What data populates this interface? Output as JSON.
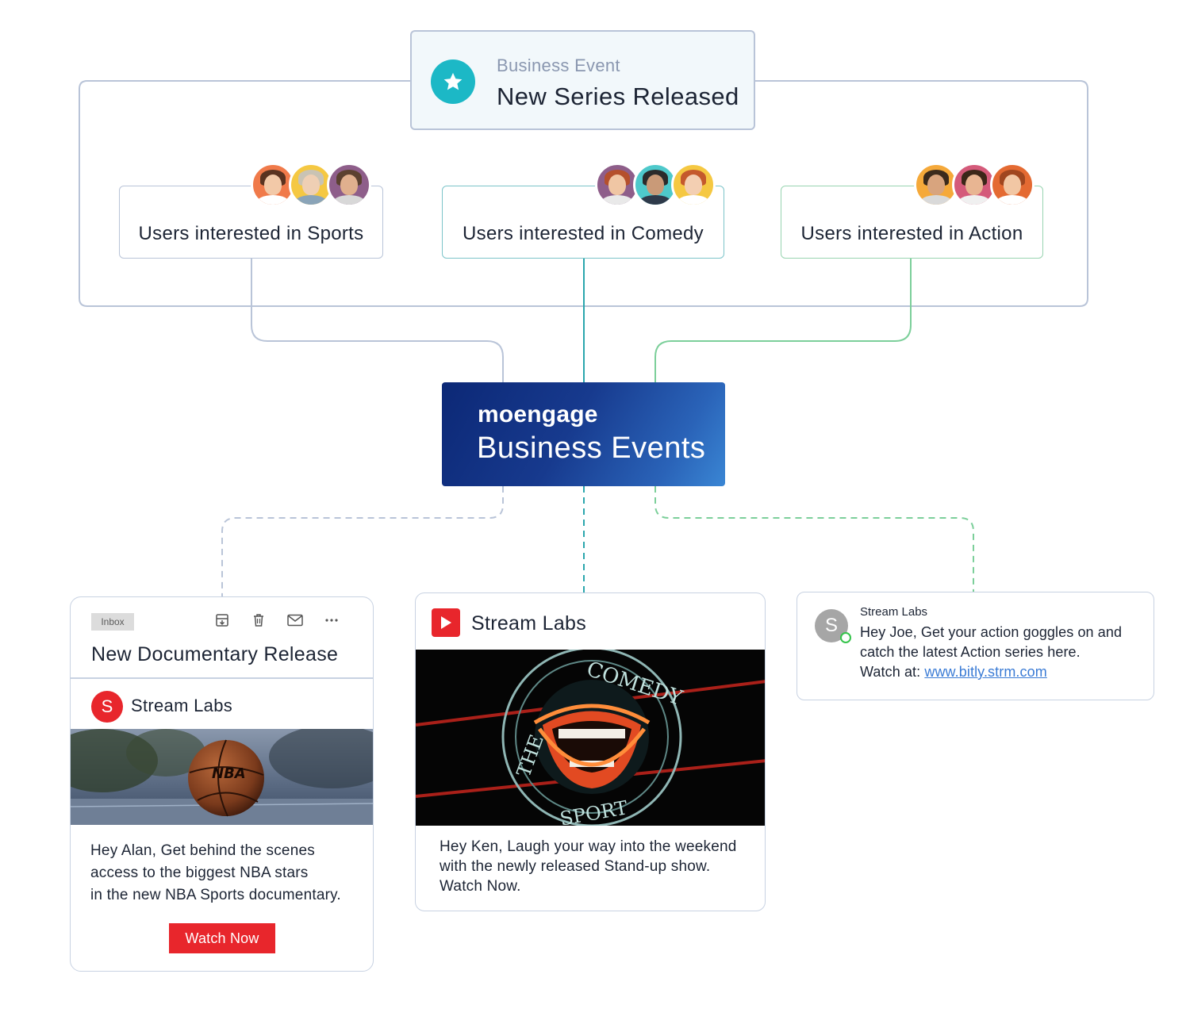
{
  "event": {
    "label": "Business Event",
    "title": "New Series Released"
  },
  "segments": [
    {
      "label": "Users interested in Sports"
    },
    {
      "label": "Users interested in Comedy"
    },
    {
      "label": "Users interested in Action"
    }
  ],
  "engine": {
    "brand": "moengage",
    "title": "Business Events"
  },
  "email": {
    "tag": "Inbox",
    "title": "New Documentary Release",
    "sender_initial": "S",
    "sender": "Stream Labs",
    "image_text": "NBA",
    "body_line1": "Hey Alan, Get behind the scenes",
    "body_line2": "access to the biggest NBA stars",
    "body_line3": "in the new NBA Sports documentary.",
    "button": "Watch Now"
  },
  "push": {
    "sender": "Stream Labs",
    "image_text_top": "COMEDY",
    "image_text_left": "THE",
    "image_text_bottom": "SPORT",
    "body_line1": "Hey Ken, Laugh your way into the weekend",
    "body_line2": "with the newly released Stand-up show.",
    "body_line3": "Watch Now."
  },
  "sms": {
    "avatar_initial": "S",
    "sender": "Stream Labs",
    "body_line1": "Hey Joe, Get your action goggles on and",
    "body_line2": "catch the latest Action series here.",
    "body_prefix": "Watch at: ",
    "link": "www.bitly.strm.com"
  },
  "colors": {
    "event_icon": "#1cb8c6",
    "connector_grey": "#b9c4d8",
    "connector_teal": "#2aa6ad",
    "connector_green": "#7ccf9a",
    "engine_start": "#0c2876",
    "engine_end": "#3a86d4",
    "brand_red": "#e8262c",
    "link_blue": "#3a7bd5"
  }
}
